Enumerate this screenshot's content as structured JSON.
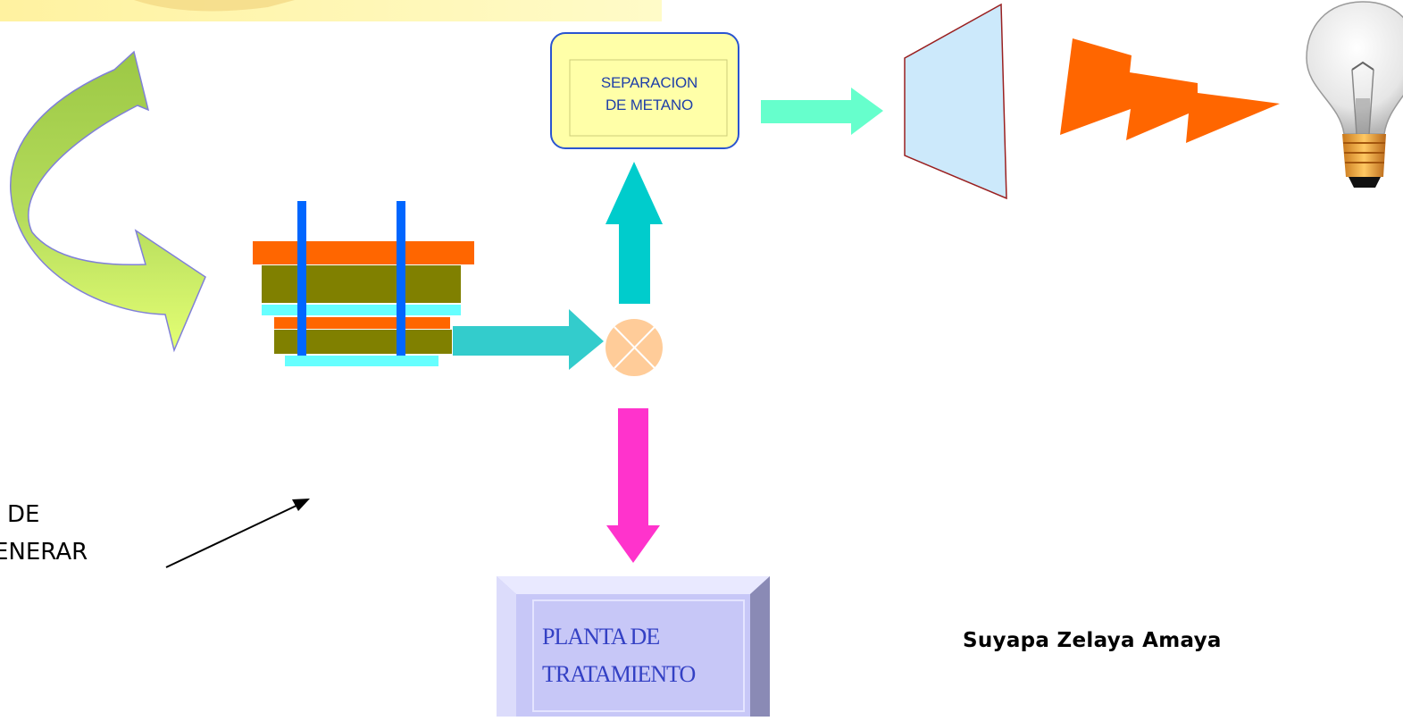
{
  "diagram": {
    "nodes": {
      "separation": {
        "line1": "SEPARACION",
        "line2": "DE METANO"
      },
      "treatment_plant": {
        "line1": "PLANTA DE",
        "line2": "TRATAMIENTO"
      },
      "side_label": {
        "line1": "DE",
        "line2": "ENERAR"
      }
    },
    "author": "Suyapa Zelaya Amaya",
    "colors": {
      "banner": "#fff8b0",
      "curved_arrow": "#b5dc5c",
      "separator_box": "#ffffa8",
      "separator_border": "#2a55d0",
      "arrow_to_separator": "#00cccc",
      "arrow_to_valve": "#33cccc",
      "arrow_to_turbine": "#66ffcc",
      "arrow_to_plant": "#ff33cc",
      "turbine": "#cce9fb",
      "lightning": "#ff6600",
      "plant_box": "#c7c7f7",
      "valve": "#ffcc99"
    }
  }
}
